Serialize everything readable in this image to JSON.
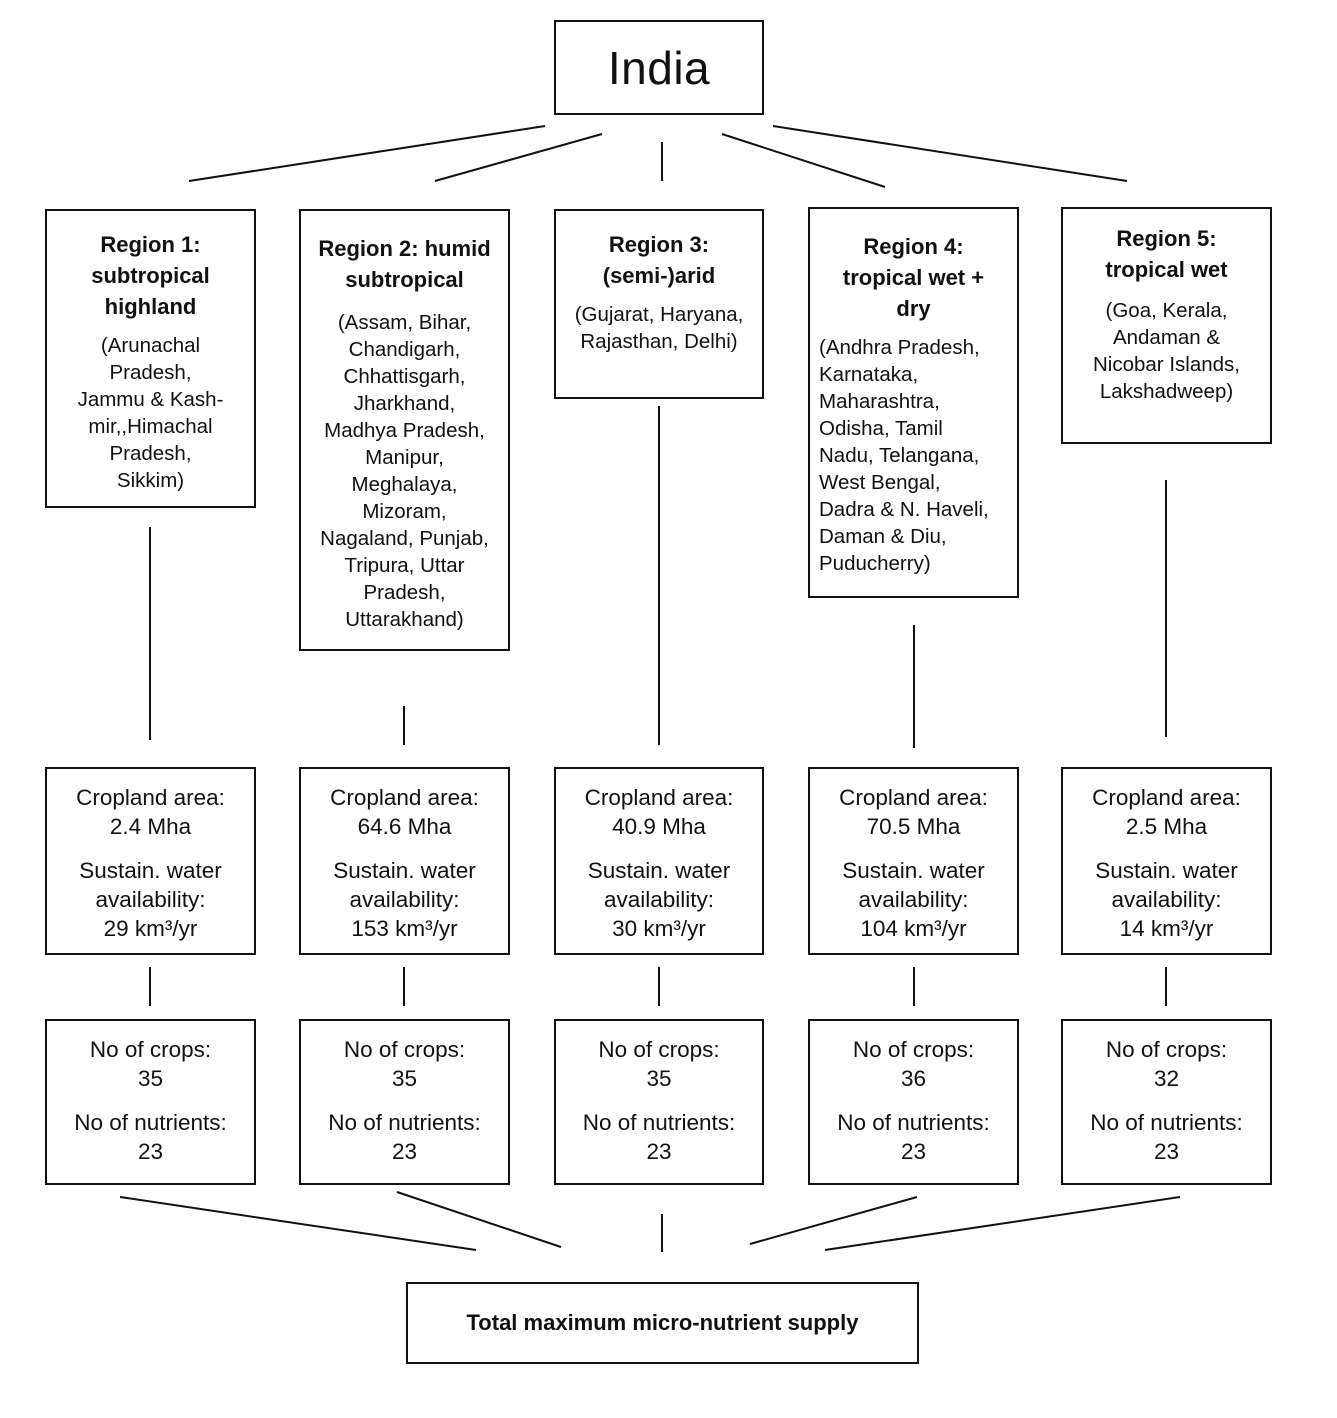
{
  "root": {
    "title": "India"
  },
  "regions": [
    {
      "title": "Region 1: subtropical highland",
      "title_lines": [
        "Region 1:",
        "subtropical",
        "highland"
      ],
      "states_lines": [
        "(Arunachal",
        "Pradesh,",
        "Jammu & Kash-",
        "mir,,Himachal",
        "Pradesh,",
        "Sikkim)"
      ],
      "cropland_label": "Cropland area:",
      "cropland_value": "2.4 Mha",
      "water_label_1": "Sustain. water",
      "water_label_2": "availability:",
      "water_value": "29 km³/yr",
      "crops_label": "No of crops:",
      "crops_value": "35",
      "nutrients_label": "No of nutrients:",
      "nutrients_value": "23"
    },
    {
      "title": "Region 2: humid subtropical",
      "title_lines": [
        "Region 2: humid",
        "subtropical"
      ],
      "states_lines": [
        "(Assam, Bihar,",
        "Chandigarh,",
        "Chhattisgarh,",
        "Jharkhand,",
        "Madhya Pradesh,",
        "Manipur,",
        "Meghalaya,",
        "Mizoram,",
        "Nagaland, Punjab,",
        "Tripura, Uttar",
        "Pradesh,",
        "Uttarakhand)"
      ],
      "cropland_label": "Cropland area:",
      "cropland_value": "64.6 Mha",
      "water_label_1": "Sustain. water",
      "water_label_2": "availability:",
      "water_value": "153 km³/yr",
      "crops_label": "No of crops:",
      "crops_value": "35",
      "nutrients_label": "No of nutrients:",
      "nutrients_value": "23"
    },
    {
      "title": "Region 3: (semi-)arid",
      "title_lines": [
        "Region 3:",
        "(semi-)arid"
      ],
      "states_lines": [
        "(Gujarat, Haryana,",
        "Rajasthan, Delhi)"
      ],
      "cropland_label": "Cropland area:",
      "cropland_value": "40.9 Mha",
      "water_label_1": "Sustain. water",
      "water_label_2": "availability:",
      "water_value": "30 km³/yr",
      "crops_label": "No of crops:",
      "crops_value": "35",
      "nutrients_label": "No of nutrients:",
      "nutrients_value": "23"
    },
    {
      "title": "Region 4: tropical wet + dry",
      "title_lines": [
        "Region 4:",
        "tropical wet +",
        "dry"
      ],
      "states_lines": [
        "(Andhra Pradesh,",
        "Karnataka,",
        "Maharashtra,",
        "Odisha, Tamil",
        "Nadu, Telangana,",
        "West Bengal,",
        "Dadra & N. Haveli,",
        "Daman & Diu,",
        "Puducherry)"
      ],
      "cropland_label": "Cropland area:",
      "cropland_value": "70.5 Mha",
      "water_label_1": "Sustain. water",
      "water_label_2": "availability:",
      "water_value": "104 km³/yr",
      "crops_label": "No of crops:",
      "crops_value": "36",
      "nutrients_label": "No of nutrients:",
      "nutrients_value": "23"
    },
    {
      "title": "Region 5: tropical wet",
      "title_lines": [
        "Region 5:",
        "tropical wet"
      ],
      "states_lines": [
        "(Goa, Kerala,",
        "Andaman &",
        "Nicobar Islands,",
        "Lakshadweep)"
      ],
      "cropland_label": "Cropland area:",
      "cropland_value": "2.5 Mha",
      "water_label_1": "Sustain. water",
      "water_label_2": "availability:",
      "water_value": "14 km³/yr",
      "crops_label": "No of crops:",
      "crops_value": "32",
      "nutrients_label": "No of nutrients:",
      "nutrients_value": "23"
    }
  ],
  "total": {
    "label": "Total maximum micro-nutrient supply"
  }
}
